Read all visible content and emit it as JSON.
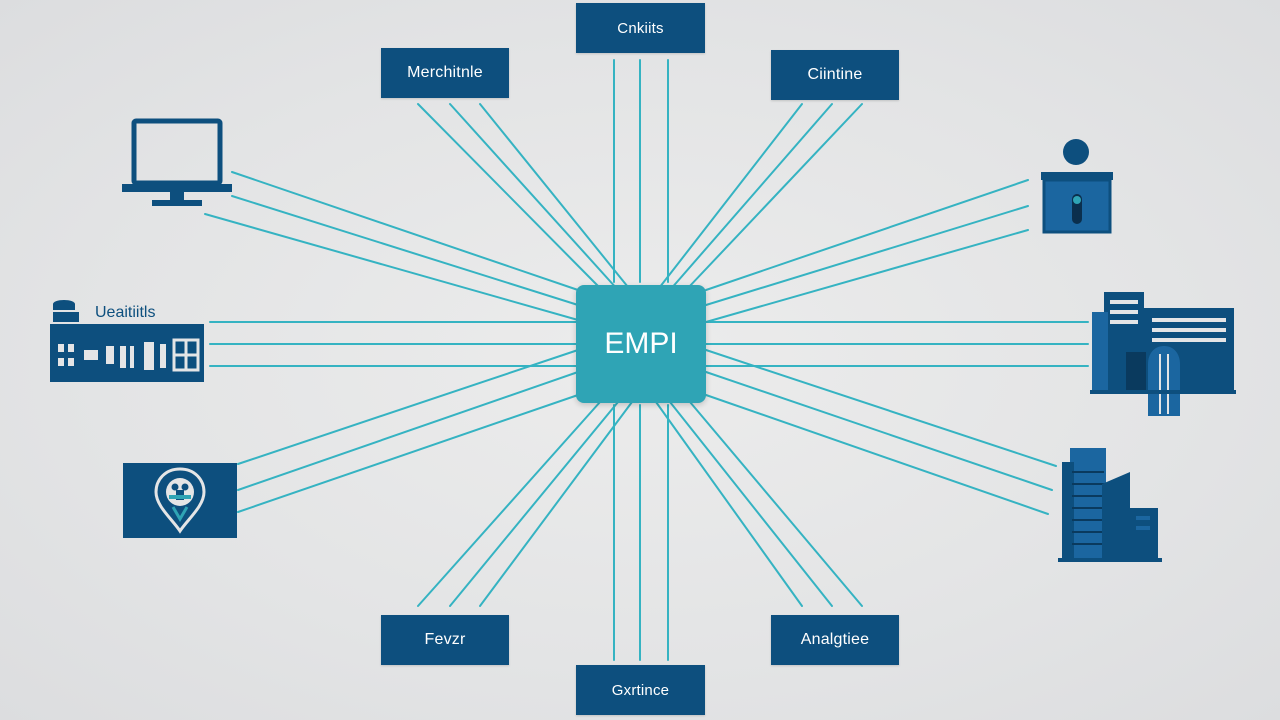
{
  "hub": {
    "label": "EMPI"
  },
  "nodes": {
    "top_center": "Cnkiits",
    "top_left": "Merchitnle",
    "top_right": "Ciintine",
    "bottom_left": "Fevzr",
    "bottom_center": "Gxrtince",
    "bottom_right": "Analgtiee",
    "left_hospital": "Ueaitiitls"
  },
  "icons": {
    "monitor": "computer-monitor-icon",
    "hospital": "hospital-building-icon",
    "health": "health-pin-icon",
    "person": "person-id-icon",
    "office": "office-building-icon",
    "city": "city-buildings-icon"
  },
  "colors": {
    "navy": "#0d4f7e",
    "teal": "#2fa4b5",
    "line": "#35b3c2",
    "background": "#e4e5e6"
  }
}
